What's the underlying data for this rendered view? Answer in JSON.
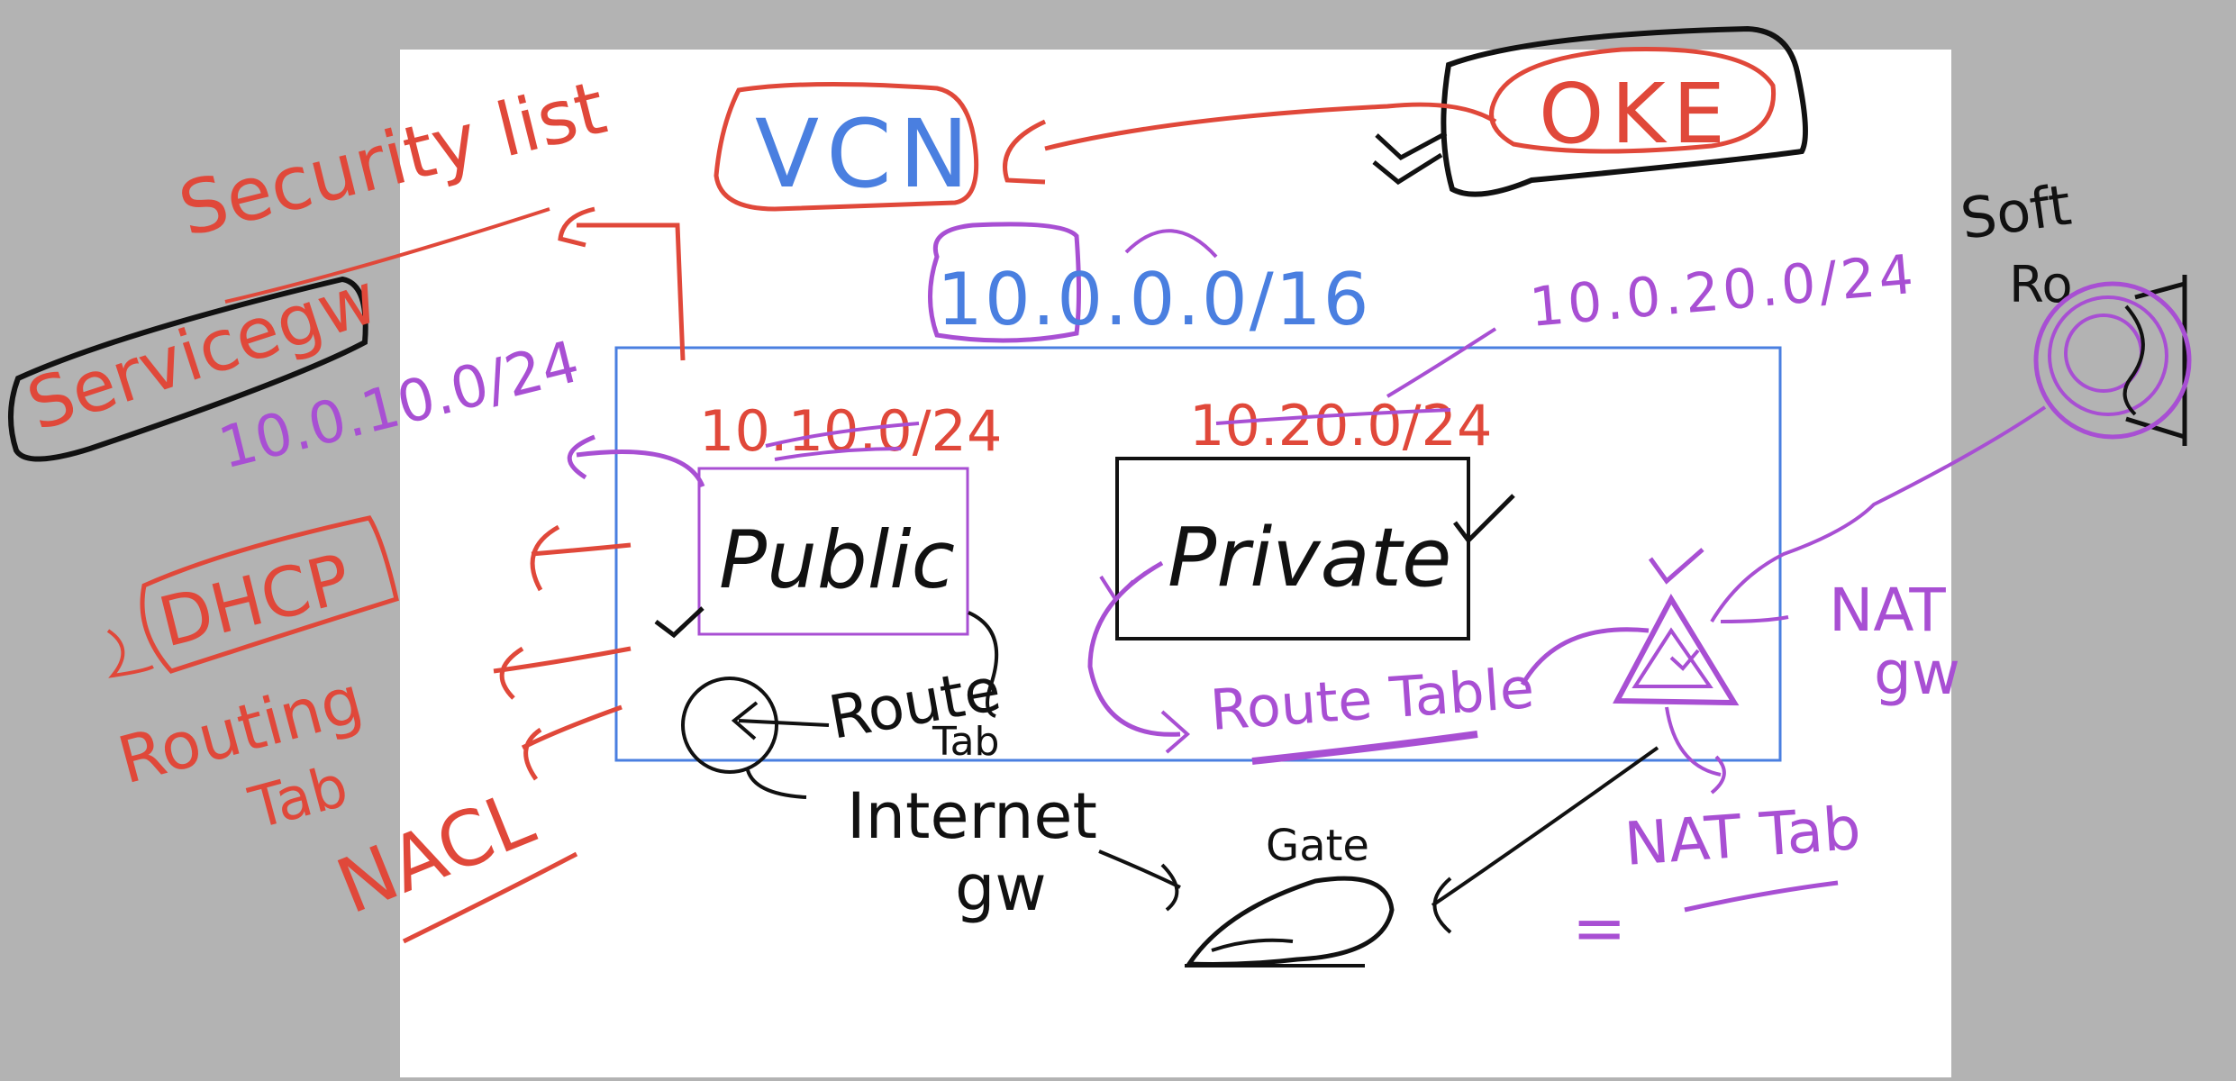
{
  "colors": {
    "background": "#b3b3b3",
    "canvas": "#ffffff",
    "red": "#e0483a",
    "blue": "#4a7fe0",
    "purple": "#a84fd3",
    "black": "#111111"
  },
  "labels": {
    "security_list": "Security list",
    "vcn": "VCN",
    "oke": "OKE",
    "service_gw": "Servicegw",
    "vcn_cidr": "10.0.0.0/16",
    "subnet_ip_left": "10.0.10.0/24",
    "subnet_ip_right": "10.0.20.0/24",
    "public_cidr": "10.10.0/24",
    "private_cidr": "10.20.0/24",
    "public": "Public",
    "private": "Private",
    "dhcp": "DHCP",
    "routing_table": "Routing",
    "routing_table_2": "Tab",
    "nacl": "NACL",
    "route_table_left_1": "Route",
    "route_table_left_2": "Tab",
    "route_table_right": "Route Table",
    "internet_gw_1": "Internet",
    "internet_gw_2": "gw",
    "gate": "Gate",
    "nat_gw_1": "NAT",
    "nat_gw_2": "gw",
    "nat_table": "NAT Tab",
    "equals": "=",
    "software_1": "Soft",
    "software_2": "Ro",
    "checkmark": "✓"
  }
}
